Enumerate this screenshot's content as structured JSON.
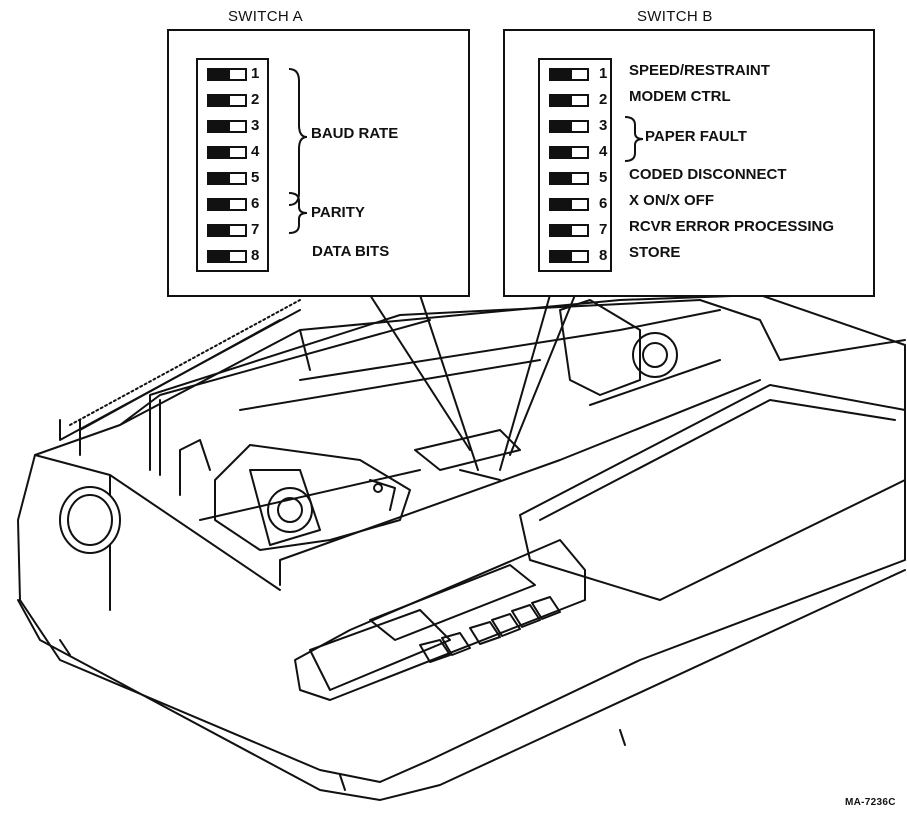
{
  "switch_a": {
    "title": "SWITCH A",
    "positions": [
      "1",
      "2",
      "3",
      "4",
      "5",
      "6",
      "7",
      "8"
    ],
    "groups": [
      {
        "label": "BAUD RATE"
      },
      {
        "label": "PARITY"
      },
      {
        "label": "DATA BITS"
      }
    ]
  },
  "switch_b": {
    "title": "SWITCH B",
    "positions": [
      "1",
      "2",
      "3",
      "4",
      "5",
      "6",
      "7",
      "8"
    ],
    "labels": [
      "SPEED/RESTRAINT",
      "MODEM CTRL",
      "PAPER FAULT",
      "CODED DISCONNECT",
      "X ON/X OFF",
      "RCVR ERROR PROCESSING",
      "STORE"
    ]
  },
  "figure_code": "MA-7236C"
}
